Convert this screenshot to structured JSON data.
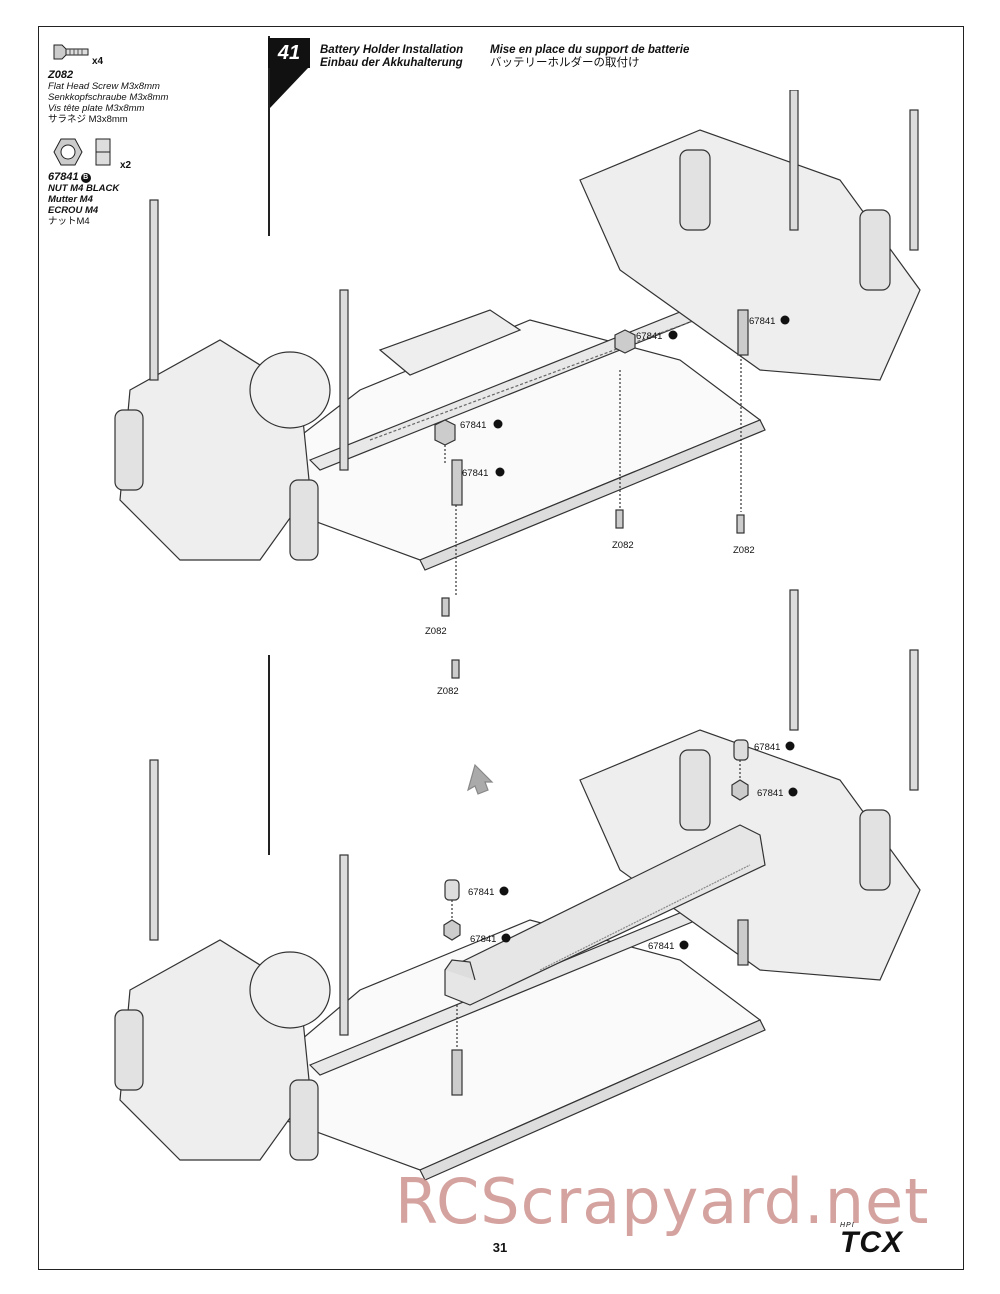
{
  "parts": {
    "screw": {
      "qty": "x4",
      "code": "Z082",
      "names": [
        "Flat Head Screw M3x8mm",
        "Senkkopfschraube M3x8mm",
        "Vis tête plate M3x8mm",
        "サラネジ M3x8mm"
      ]
    },
    "nut": {
      "qty": "x2",
      "code": "67841",
      "badge": "B",
      "names": [
        "NUT M4 BLACK",
        "Mutter M4",
        "ECROU M4",
        "ナットM4"
      ]
    }
  },
  "step": {
    "number": "41",
    "title_en": "Battery Holder Installation",
    "title_de": "Einbau der Akkuhalterung",
    "title_fr": "Mise en place du support de batterie",
    "title_jp": "バッテリーホルダーの取付け"
  },
  "callouts": {
    "top": [
      {
        "code": "67841",
        "badge": "B"
      },
      {
        "code": "67841",
        "badge": "C"
      },
      {
        "code": "67841",
        "badge": "E"
      },
      {
        "code": "67841",
        "badge": "D"
      },
      {
        "code": "Z082"
      },
      {
        "code": "Z082"
      },
      {
        "code": "Z082"
      },
      {
        "code": "Z082"
      }
    ],
    "bottom": [
      {
        "code": "67841",
        "badge": "E"
      },
      {
        "code": "67841",
        "badge": "B"
      },
      {
        "code": "67841",
        "badge": "E"
      },
      {
        "code": "67841",
        "badge": "B"
      },
      {
        "code": "67841",
        "badge": "3"
      }
    ]
  },
  "footer": {
    "page_number": "31",
    "watermark": "RCScrapyard.net",
    "logo": "TCX",
    "logo_small": "HPI"
  }
}
